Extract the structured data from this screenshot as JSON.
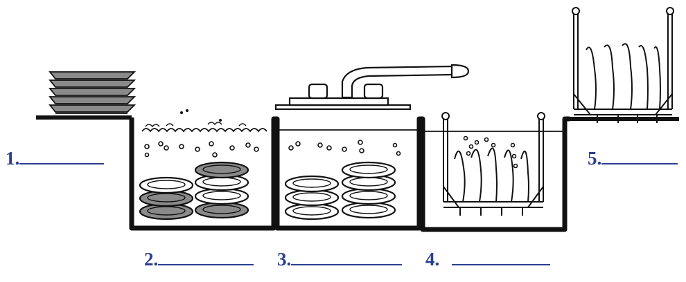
{
  "labels": {
    "step1": {
      "number": "1."
    },
    "step2": {
      "number": "2."
    },
    "step3": {
      "number": "3."
    },
    "step4": {
      "number": "4."
    },
    "step5": {
      "number": "5."
    }
  },
  "colors": {
    "line": "#111111",
    "label": "#2b3f8f",
    "dirty_plate": "#8a8a8a",
    "clean_plate": "#ffffff"
  }
}
